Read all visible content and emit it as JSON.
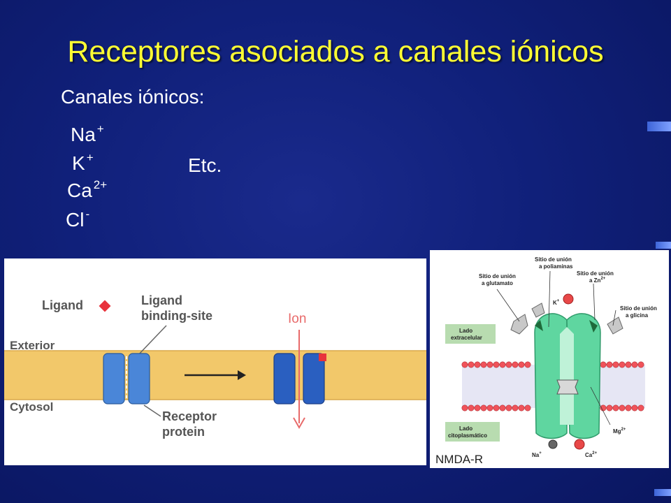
{
  "slide": {
    "title": "Receptores asociados a canales iónicos",
    "subtitle": "Canales iónicos:",
    "ions": [
      {
        "symbol": "Na",
        "charge": "+"
      },
      {
        "symbol": "K",
        "charge": "+"
      },
      {
        "symbol": "Ca",
        "charge": "2+"
      },
      {
        "symbol": "Cl",
        "charge": "-"
      }
    ],
    "etc": "Etc."
  },
  "left_figure": {
    "ligand": "Ligand",
    "binding_site_line1": "Ligand",
    "binding_site_line2": "binding-site",
    "ion": "Ion",
    "exterior": "Exterior",
    "cytosol": "Cytosol",
    "receptor_line1": "Receptor",
    "receptor_line2": "protein"
  },
  "right_figure": {
    "poliaminas_line1": "Sitio de unión",
    "poliaminas_line2": "a poliaminas",
    "glutamato_line1": "Sitio de unión",
    "glutamato_line2": "a glutamato",
    "zn_line1": "Sitio de unión",
    "zn_line2": "a Zn",
    "zn_charge": "2+",
    "glicina_line1": "Sitio de unión",
    "glicina_line2": "a glicina",
    "k_ion": "K",
    "k_charge": "+",
    "extracelular_line1": "Lado",
    "extracelular_line2": "extracelular",
    "citoplasmatico_line1": "Lado",
    "citoplasmatico_line2": "citoplasmático",
    "mg_ion": "Mg",
    "mg_charge": "2+",
    "na_ion": "Na",
    "na_charge": "+",
    "ca_ion": "Ca",
    "ca_charge": "2+",
    "caption": "NMDA-R"
  },
  "colors": {
    "title": "#ffff33",
    "text": "#ffffff",
    "membrane": "#f2c86a",
    "receptor_open": "#4a86d8",
    "receptor_closed": "#2a5fc0",
    "ligand": "#e8323c",
    "channel": "#5fd6a0",
    "lipid_head": "#f0535a"
  }
}
